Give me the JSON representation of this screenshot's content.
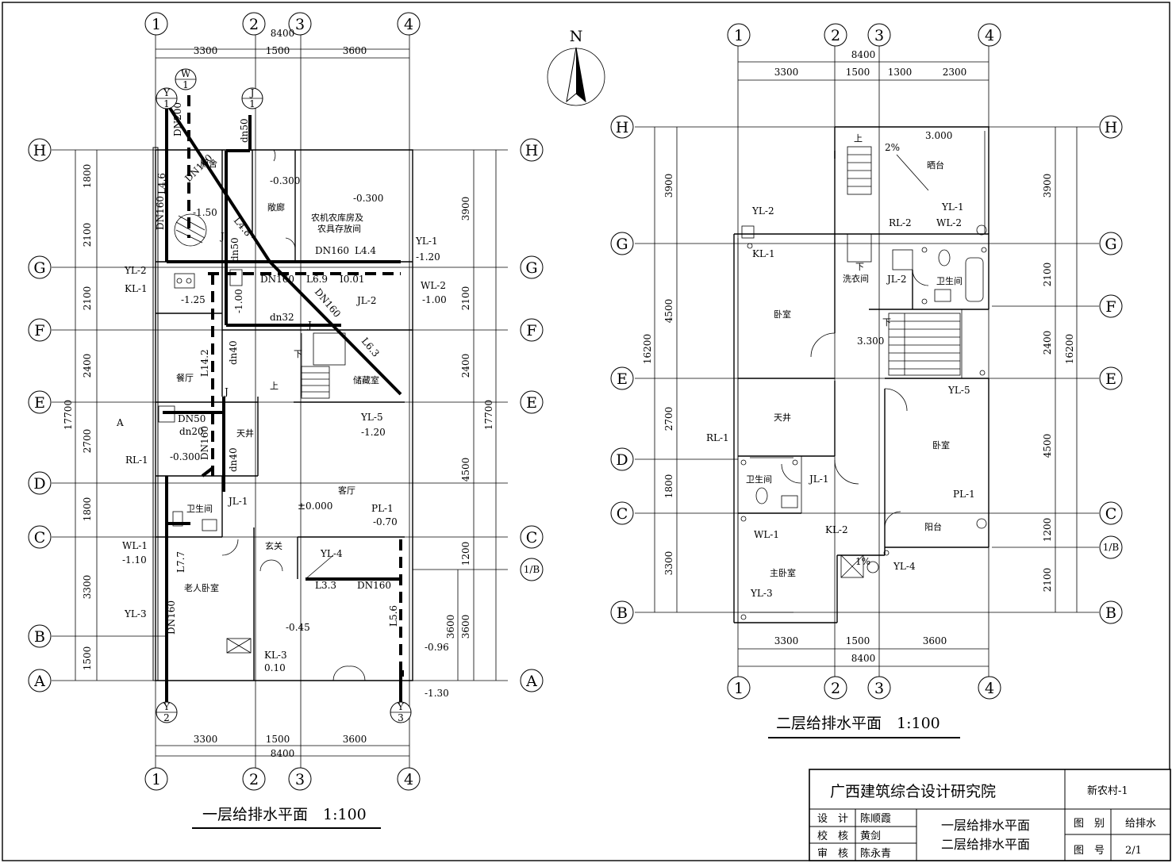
{
  "drawings": {
    "plan1_title": "一层给排水平面　1:100",
    "plan2_title": "二层给排水平面　1:100"
  },
  "axes": {
    "vertical": [
      "1",
      "2",
      "3",
      "4"
    ],
    "horizontal": [
      "H",
      "G",
      "F",
      "E",
      "D",
      "C",
      "1/B",
      "B",
      "A"
    ]
  },
  "plan1": {
    "dim_top_total": "8400",
    "dim_top_segments": [
      "3300",
      "1500",
      "3600"
    ],
    "dim_bottom_total": "8400",
    "dim_bottom_segments": [
      "3300",
      "1500",
      "3600"
    ],
    "dim_left_total": "17700",
    "dim_left_segments": [
      "1800",
      "2100",
      "2100",
      "2400",
      "2700",
      "1800",
      "3300",
      "1500"
    ],
    "dim_right_total": "17700",
    "dim_right_segments": [
      "3900",
      "2100",
      "2400",
      "4500",
      "1200",
      "3600"
    ],
    "dim_right_extra": "3600",
    "rooms": {
      "toilet": "厕舍",
      "corridor": "敞廊",
      "storage": "农机农库房及",
      "storage2": "农具存放间",
      "dining": "餐厅",
      "skywell": "天井",
      "store": "储藏室",
      "living": "客厅",
      "bath": "卫生间",
      "foyer": "玄关",
      "elder": "老人卧室",
      "up": "上",
      "down": "下"
    },
    "labels": {
      "yl1": "YL-1",
      "yl1_el": "-1.20",
      "wl2": "WL-2",
      "wl2_el": "-1.00",
      "yl2": "YL-2",
      "kl1": "KL-1",
      "jl2": "JL-2",
      "yl5": "YL-5",
      "yl5_el": "-1.20",
      "rl1": "RL-1",
      "jl1": "JL-1",
      "wl1": "WL-1",
      "wl1_el": "-1.10",
      "yl3": "YL-3",
      "pl1": "PL-1",
      "pl1_el": "-0.70",
      "yl4": "YL-4",
      "kl3": "KL-3",
      "kl3_el": "0.10",
      "out_el1": "-0.96",
      "out_el2": "-1.30",
      "dn200": "DN200",
      "dn50": "dn50",
      "dn50b": "DN50",
      "dn50c": "dn50",
      "dn160a": "DN160",
      "dn160b": "DN160",
      "dn160c": "DN160",
      "dn160d": "DN160",
      "dn160e": "DN160",
      "dn160f": "DN160",
      "dn160g": "DN160",
      "dn160h": "DN160",
      "dn32": "dn32",
      "dn40a": "dn40",
      "dn40b": "dn40",
      "dn20": "dn20",
      "l46": "L4.6",
      "l48": "L4.8",
      "l44": "L4.4",
      "l69": "L6.9",
      "i001": "I0.01",
      "l63": "L6.3",
      "l142": "L14.2",
      "l77": "L7.7",
      "l33": "L3.3",
      "l56": "L5.6",
      "el_150": "-1.50",
      "el_125": "-1.25",
      "el_100": "-1.00",
      "el_0300a": "-0.300",
      "el_0300b": "-0.300",
      "el_0300c": "-0.300",
      "el_000": "±0.000",
      "el_045": "-0.45",
      "j": "J",
      "j2": "J",
      "j3": "J",
      "a": "A",
      "w1_top": "W",
      "w1_bot": "1",
      "j1_top": "J",
      "j1_bot": "1",
      "y1_top": "Y",
      "y1_bot": "1",
      "y2_top": "Y",
      "y2_bot": "2",
      "y3_top": "Y",
      "y3_bot": "3"
    }
  },
  "plan2": {
    "dim_top_total": "8400",
    "dim_top_segments": [
      "3300",
      "1500",
      "1300",
      "2300"
    ],
    "dim_bottom_total": "8400",
    "dim_bottom_segments": [
      "3300",
      "1500",
      "3600"
    ],
    "dim_left_total": "16200",
    "dim_left_segments": [
      "3900",
      "4500",
      "2700",
      "1800",
      "3300"
    ],
    "dim_right_total": "16200",
    "dim_right_segments": [
      "3900",
      "2100",
      "2400",
      "4500",
      "1200",
      "2100"
    ],
    "rooms": {
      "terrace": "晒台",
      "laundry": "洗衣间",
      "bath_top": "卫生间",
      "bed1": "卧室",
      "skywell": "天井",
      "bed2": "卧室",
      "bath": "卫生间",
      "balcony": "阳台",
      "master": "主卧室",
      "up": "上",
      "down": "下",
      "down2": "下"
    },
    "labels": {
      "yl2": "YL-2",
      "kl1": "KL-1",
      "rl2": "RL-2",
      "yl1": "YL-1",
      "wl2": "WL-2",
      "jl2": "JL-2",
      "yl5": "YL-5",
      "rl1": "RL-1",
      "jl1": "JL-1",
      "pl1": "PL-1",
      "wl1": "WL-1",
      "kl2": "KL-2",
      "yl4": "YL-4",
      "yl3": "YL-3",
      "el_3000": "3.000",
      "el_3300": "3.300",
      "slope1": "2%",
      "slope2": "1%"
    }
  },
  "north": "N",
  "title_block": {
    "institute": "广西建筑综合设计研究院",
    "project": "新农村-1",
    "design_label": "设　计",
    "design_name": "陈顺霞",
    "check_label": "校　核",
    "check_name": "黄剑",
    "review_label": "审　核",
    "review_name": "陈永青",
    "drawing_names_1": "一层给排水平面",
    "drawing_names_2": "二层给排水平面",
    "category_label": "图　别",
    "category_value": "给排水",
    "number_label": "图　号",
    "number_value": "2/1"
  }
}
